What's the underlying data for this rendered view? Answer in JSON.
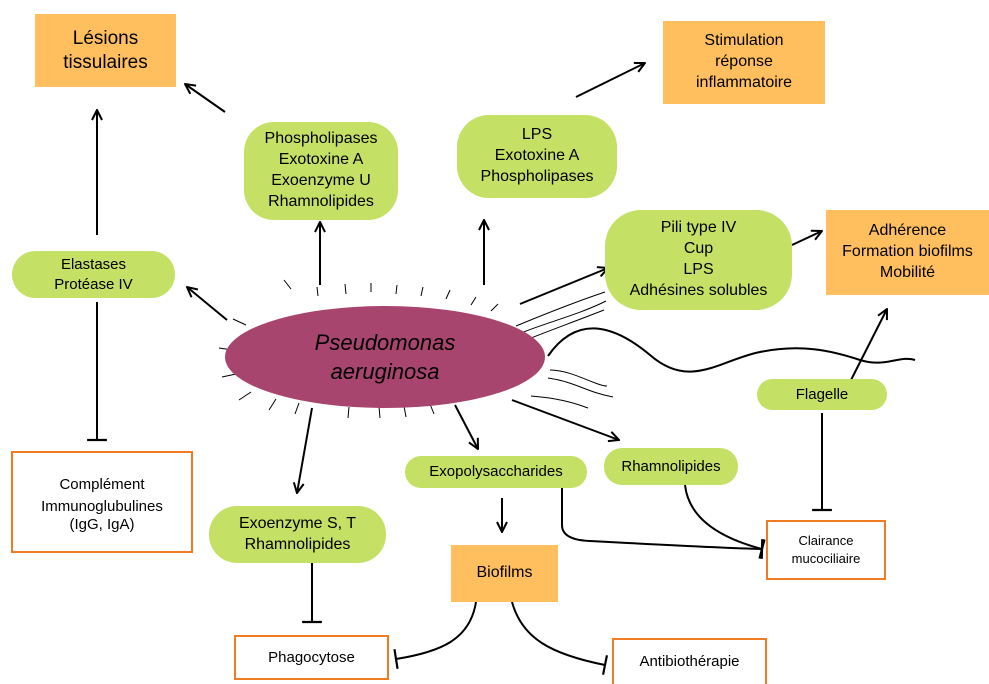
{
  "center": {
    "lines": [
      "Pseudomonas",
      "aeruginosa"
    ],
    "fill": "#a8456e"
  },
  "colors": {
    "orange_box": "#ffbf5e",
    "green_node": "#c4e065",
    "outline_box": "#f07b22"
  },
  "lesions": {
    "lines": [
      "Lésions",
      "tissulaires"
    ]
  },
  "stimulation": {
    "lines": [
      "Stimulation",
      "réponse",
      "inflammatoire"
    ]
  },
  "adherence": {
    "lines": [
      "Adhérence",
      "Formation biofilms",
      "Mobilité"
    ]
  },
  "phospho": {
    "lines": [
      "Phospholipases",
      "Exotoxine A",
      "Exoenzyme U",
      "Rhamnolipides"
    ]
  },
  "lps": {
    "lines": [
      "LPS",
      "Exotoxine A",
      "Phospholipases"
    ]
  },
  "pili": {
    "lines": [
      "Pili type IV",
      "Cup",
      "LPS",
      "Adhésines solubles"
    ]
  },
  "elastases": {
    "lines": [
      "Elastases",
      "Protéase IV"
    ]
  },
  "complement": {
    "lines": [
      "Complément",
      "Immunoglubulines",
      "(IgG, IgA)"
    ]
  },
  "flagelle": {
    "label": "Flagelle"
  },
  "exoenzyme": {
    "lines": [
      "Exoenzyme S, T",
      "Rhamnolipides"
    ]
  },
  "exopoly": {
    "label": "Exopolysaccharides"
  },
  "rhamno": {
    "label": "Rhamnolipides"
  },
  "clairance": {
    "lines": [
      "Clairance",
      "mucociliaire"
    ]
  },
  "biofilms": {
    "label": "Biofilms"
  },
  "phagocytose": {
    "label": "Phagocytose"
  },
  "antibio": {
    "label": "Antibiothérapie"
  }
}
